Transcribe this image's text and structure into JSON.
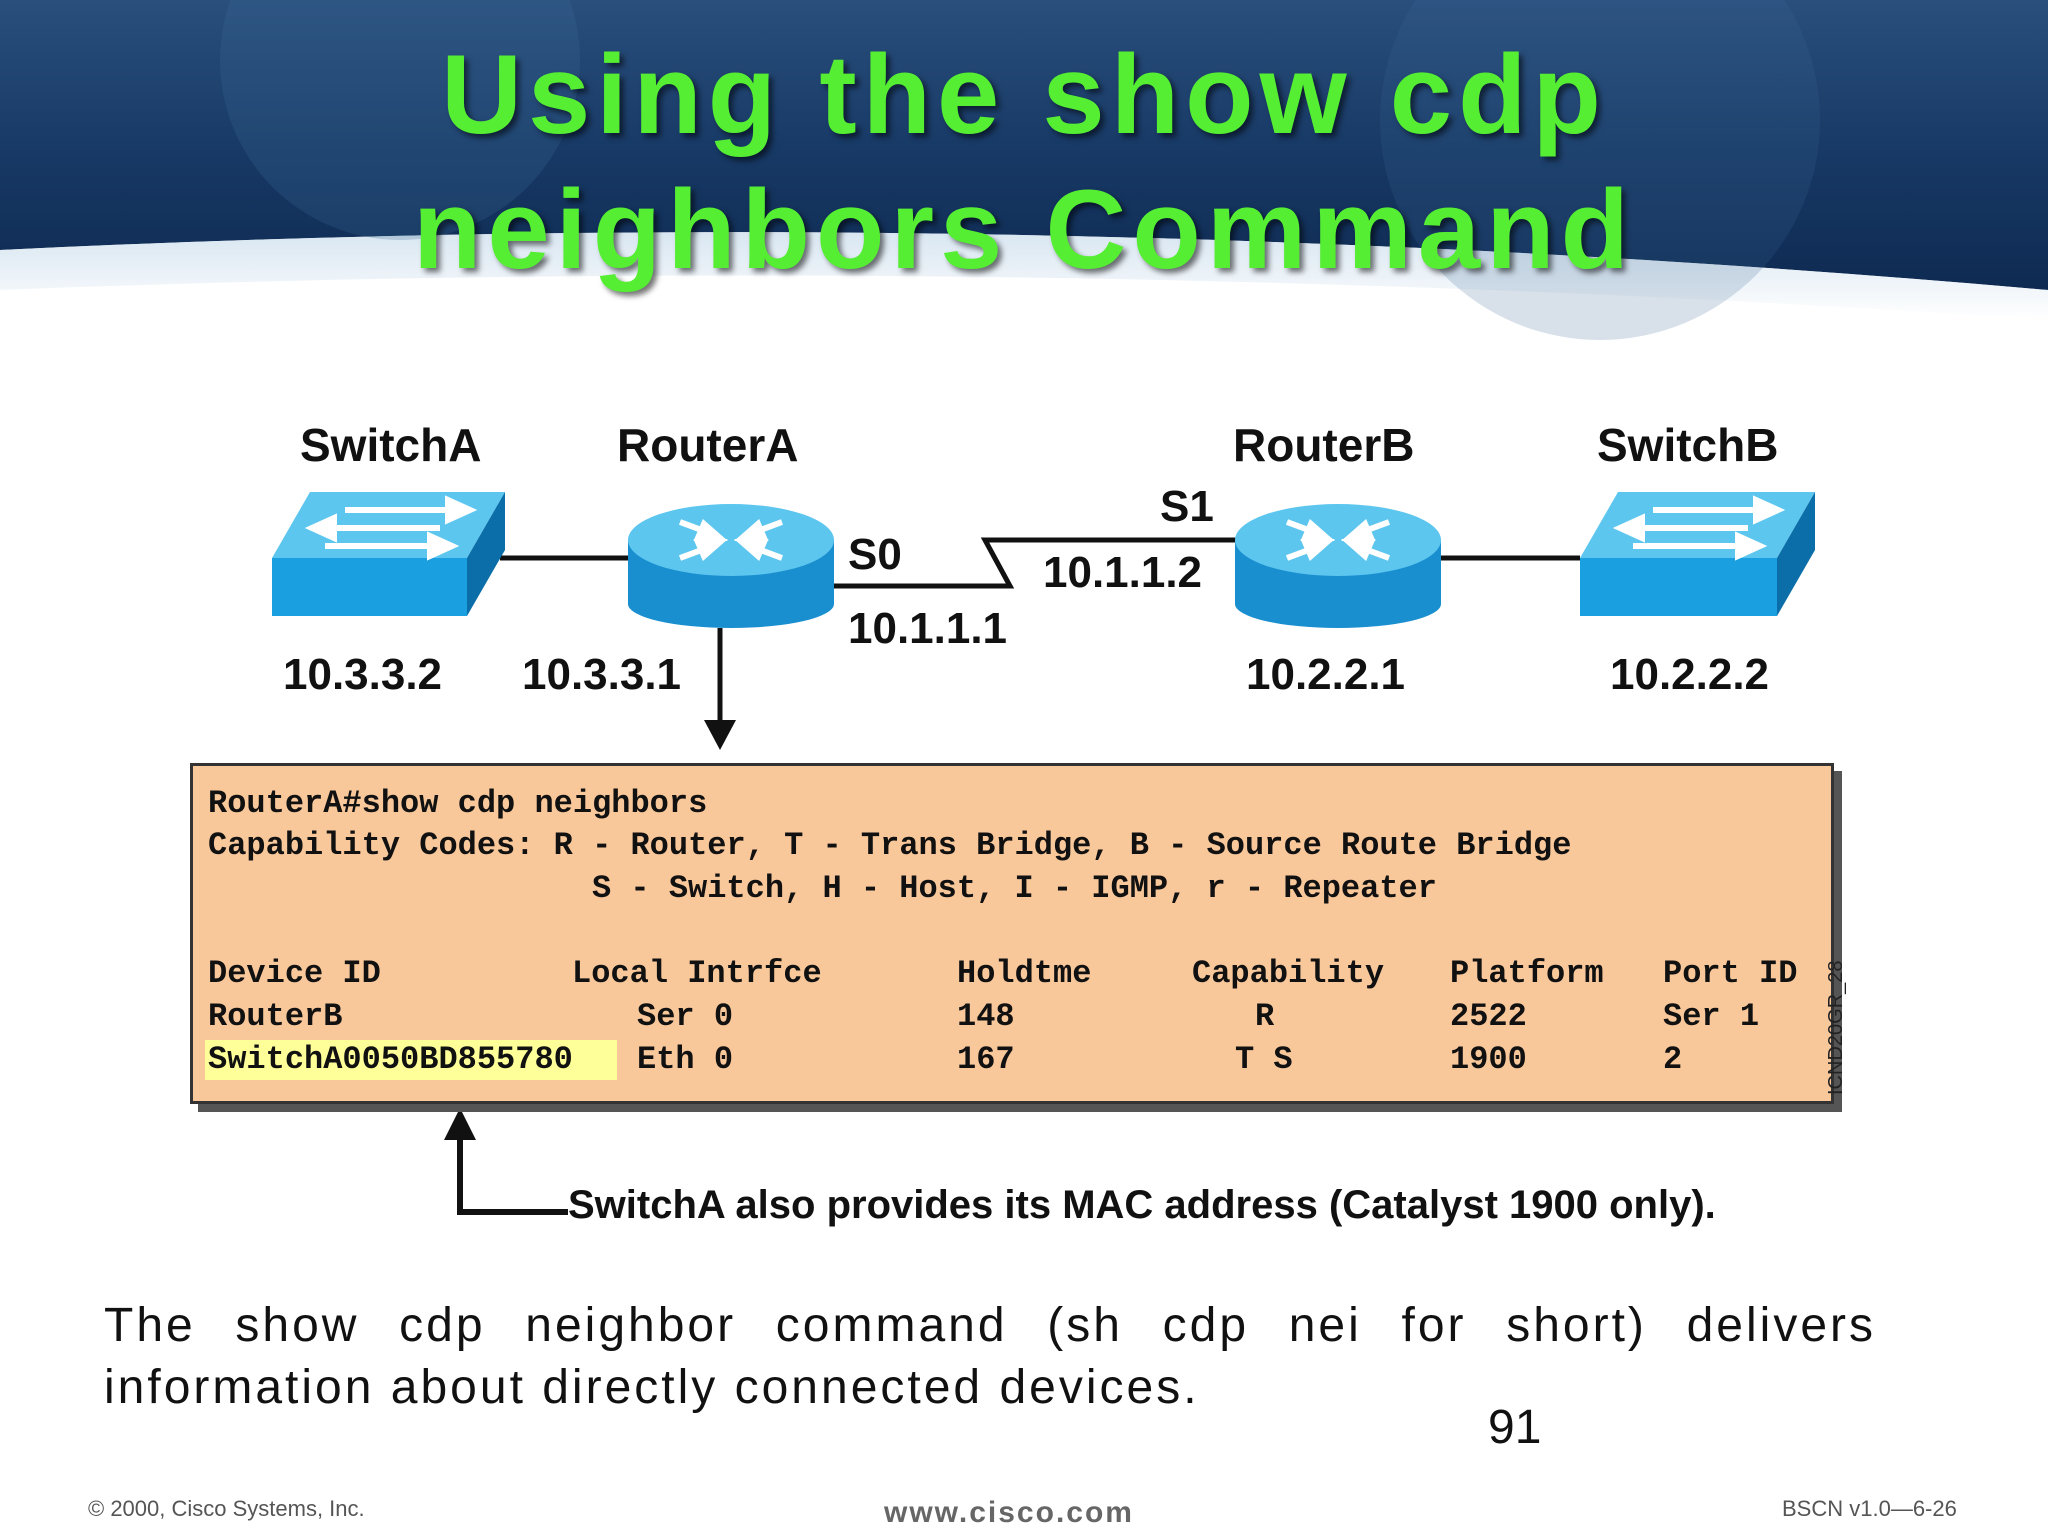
{
  "title": {
    "line1": "Using the show cdp",
    "line2": "neighbors Command"
  },
  "devices": {
    "switch_a": {
      "name": "SwitchA",
      "ip": "10.3.3.2"
    },
    "router_a": {
      "name": "RouterA",
      "ip": "10.3.3.1",
      "interface": "S0",
      "serial_ip": "10.1.1.1"
    },
    "router_b": {
      "name": "RouterB",
      "ip": "10.2.2.1",
      "interface": "S1",
      "serial_ip": "10.1.1.2"
    },
    "switch_b": {
      "name": "SwitchB",
      "ip": "10.2.2.2"
    }
  },
  "output": {
    "prompt": "RouterA#show cdp neighbors",
    "capability_line1": "Capability Codes: R - Router, T - Trans Bridge, B - Source Route Bridge",
    "capability_line2": "S - Switch, H - Host, I - IGMP, r - Repeater",
    "headers": [
      "Device ID",
      "Local Intrfce",
      "Holdtme",
      "Capability",
      "Platform",
      "Port ID"
    ],
    "rows": [
      [
        "RouterB",
        "Ser 0",
        "148",
        "R",
        "2522",
        "Ser 1"
      ],
      [
        "SwitchA0050BD855780",
        "Eth 0",
        "167",
        "T S",
        "1900",
        "2"
      ]
    ]
  },
  "side_label": "ICND20GR_28",
  "callout": "SwitchA also provides its MAC address (Catalyst 1900 only).",
  "description": "The show cdp neighbor command (sh cdp nei for short) delivers information about directly connected devices.",
  "page_number": "91",
  "footer": {
    "left": "© 2000, Cisco Systems, Inc.",
    "center": "www.cisco.com",
    "right": "BSCN v1.0—6-26"
  },
  "colors": {
    "title": "#55ee33",
    "device_blue": "#1aa0e0",
    "output_bg": "#f8c79a",
    "highlight": "#ffff99"
  },
  "icons": [
    "switch-icon",
    "router-icon"
  ]
}
